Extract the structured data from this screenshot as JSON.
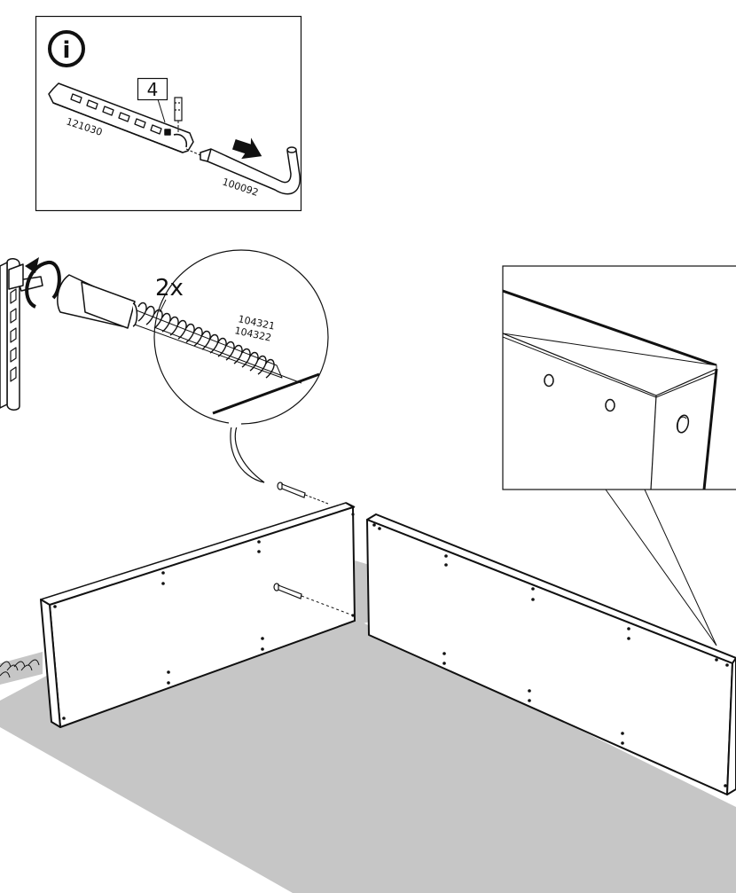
{
  "info_box": {
    "icon": "info-icon",
    "icon_glyph": "i",
    "step_number": "4",
    "part_fitting": "121030",
    "part_allen_key": "100092"
  },
  "screw_callout": {
    "quantity": "2x",
    "part_a": "104321",
    "part_b": "104322"
  },
  "colors": {
    "line": "#111111",
    "floor": "#c6c6c6",
    "panel": "#ffffff"
  }
}
